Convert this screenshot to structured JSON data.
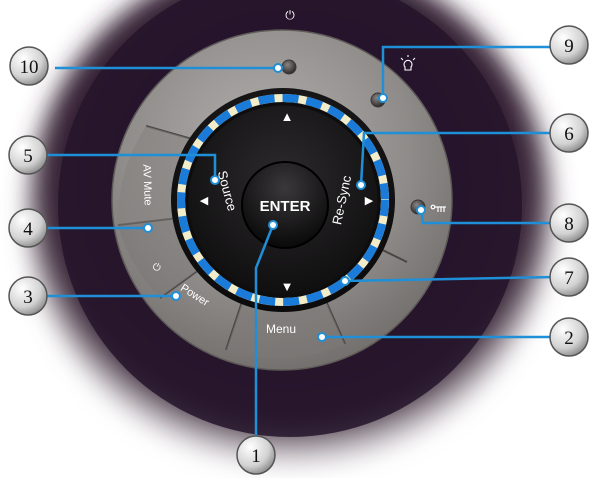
{
  "buttons": {
    "enter": "ENTER",
    "source": "Source",
    "resync": "Re-Sync",
    "av_mute": "AV Mute",
    "power": "Power",
    "menu": "Menu"
  },
  "glyphs": {
    "arrow_up": "▲",
    "arrow_down": "▼",
    "arrow_left": "◀",
    "arrow_right": "▶",
    "power_symbol": "⏻",
    "power_small": "⏻"
  },
  "callouts": [
    "1",
    "2",
    "3",
    "4",
    "5",
    "6",
    "7",
    "8",
    "9",
    "10"
  ],
  "icons": {
    "power_led": "power-led-icon",
    "lamp_led": "lamp-icon",
    "temp_led": "temperature-key-icon"
  },
  "colors": {
    "leader_line": "#1f8fd8",
    "ring_blue": "#1a7bd8",
    "ring_cream": "#f3ecc8",
    "outer_shell": "#2a1a2a",
    "grey_ring": "#8c8a88"
  }
}
